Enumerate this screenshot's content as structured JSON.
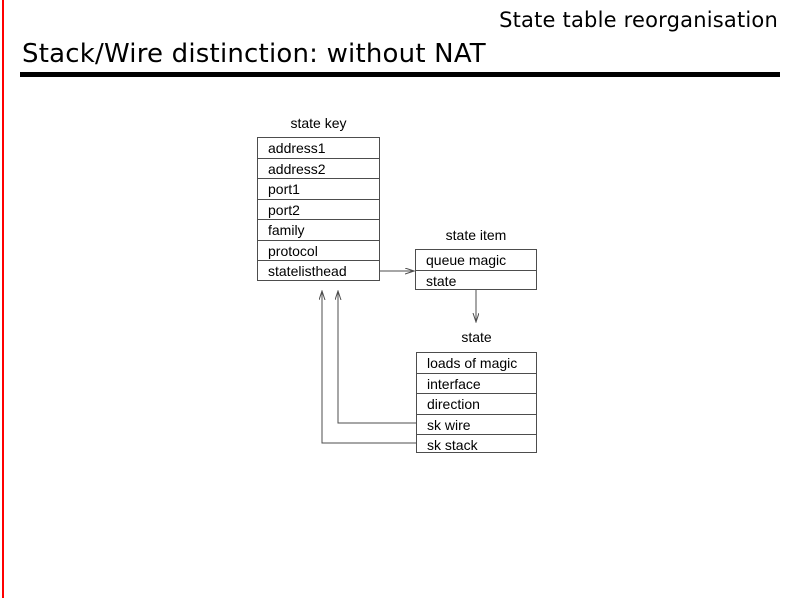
{
  "slide": {
    "section_label": "State table reorganisation",
    "title": "Stack/Wire distinction: without NAT",
    "accent_color": "#ff0000",
    "rule_color": "#000000",
    "background_color": "#ffffff",
    "box_border_color": "#4d4d4d"
  },
  "diagram": {
    "type": "struct-pointer-diagram",
    "boxes": [
      {
        "id": "state-key",
        "label": "state key",
        "fields": [
          "address1",
          "address2",
          "port1",
          "port2",
          "family",
          "protocol",
          "statelisthead"
        ]
      },
      {
        "id": "state-item",
        "label": "state item",
        "fields": [
          "queue magic",
          "state"
        ]
      },
      {
        "id": "state",
        "label": "state",
        "fields": [
          "loads of magic",
          "interface",
          "direction",
          "sk wire",
          "sk stack"
        ]
      }
    ],
    "connectors": [
      {
        "id": "statelisthead-to-state-item",
        "from": "state-key.statelisthead",
        "to": "state-item",
        "arrow": "right"
      },
      {
        "id": "state-item-to-state",
        "from": "state-item.state",
        "to": "state",
        "arrow": "down"
      },
      {
        "id": "sk-wire-to-state-key",
        "from": "state.sk wire",
        "to": "state-key",
        "arrow": "up"
      },
      {
        "id": "sk-stack-to-state-key",
        "from": "state.sk stack",
        "to": "state-key",
        "arrow": "up"
      }
    ]
  }
}
